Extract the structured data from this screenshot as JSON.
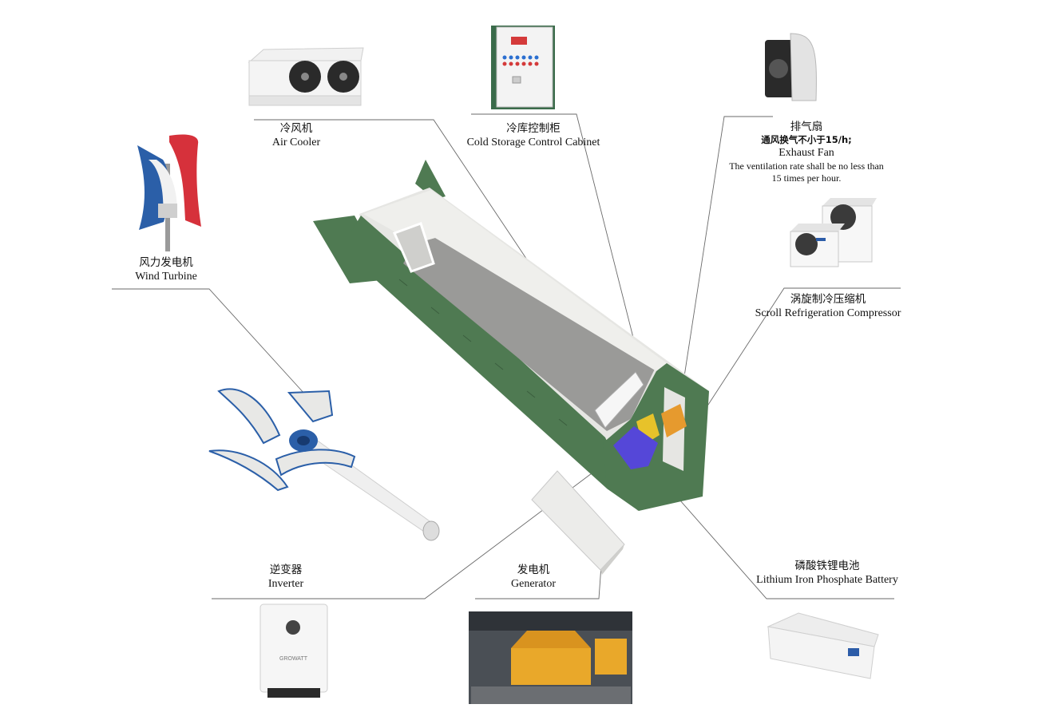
{
  "components": {
    "air_cooler": {
      "zh": "冷风机",
      "en": "Air Cooler"
    },
    "control_cabinet": {
      "zh": "冷库控制柜",
      "en": "Cold Storage Control Cabinet"
    },
    "exhaust_fan": {
      "zh": "排气扇",
      "note_zh": "通风换气不小于15/h;",
      "en": "Exhaust Fan",
      "note_en_line1": "The ventilation rate shall be no less than",
      "note_en_line2": "15 times per hour."
    },
    "wind_turbine": {
      "zh": "风力发电机",
      "en": "Wind Turbine"
    },
    "compressor": {
      "zh": "涡旋制冷压缩机",
      "en": "Scroll Refrigeration Compressor"
    },
    "inverter": {
      "zh": "逆变器",
      "en": "Inverter",
      "brand": "GROWATT"
    },
    "generator": {
      "zh": "发电机",
      "en": "Generator"
    },
    "battery": {
      "zh": "磷酸铁锂电池",
      "en": "Lithium Iron Phosphate Battery"
    }
  },
  "colors": {
    "container_green": "#4f7a52",
    "container_green_dark": "#3b5e3e",
    "interior": "#e6e6e3",
    "floor": "#9a9a98",
    "leader_line": "#555555",
    "battery_blue": "#5547d8",
    "yellow_box": "#e7c22a",
    "orange_box": "#e69a2e",
    "wind_red": "#d6313b",
    "wind_blue": "#2b5fa8",
    "generator_yellow": "#e9a82a"
  }
}
